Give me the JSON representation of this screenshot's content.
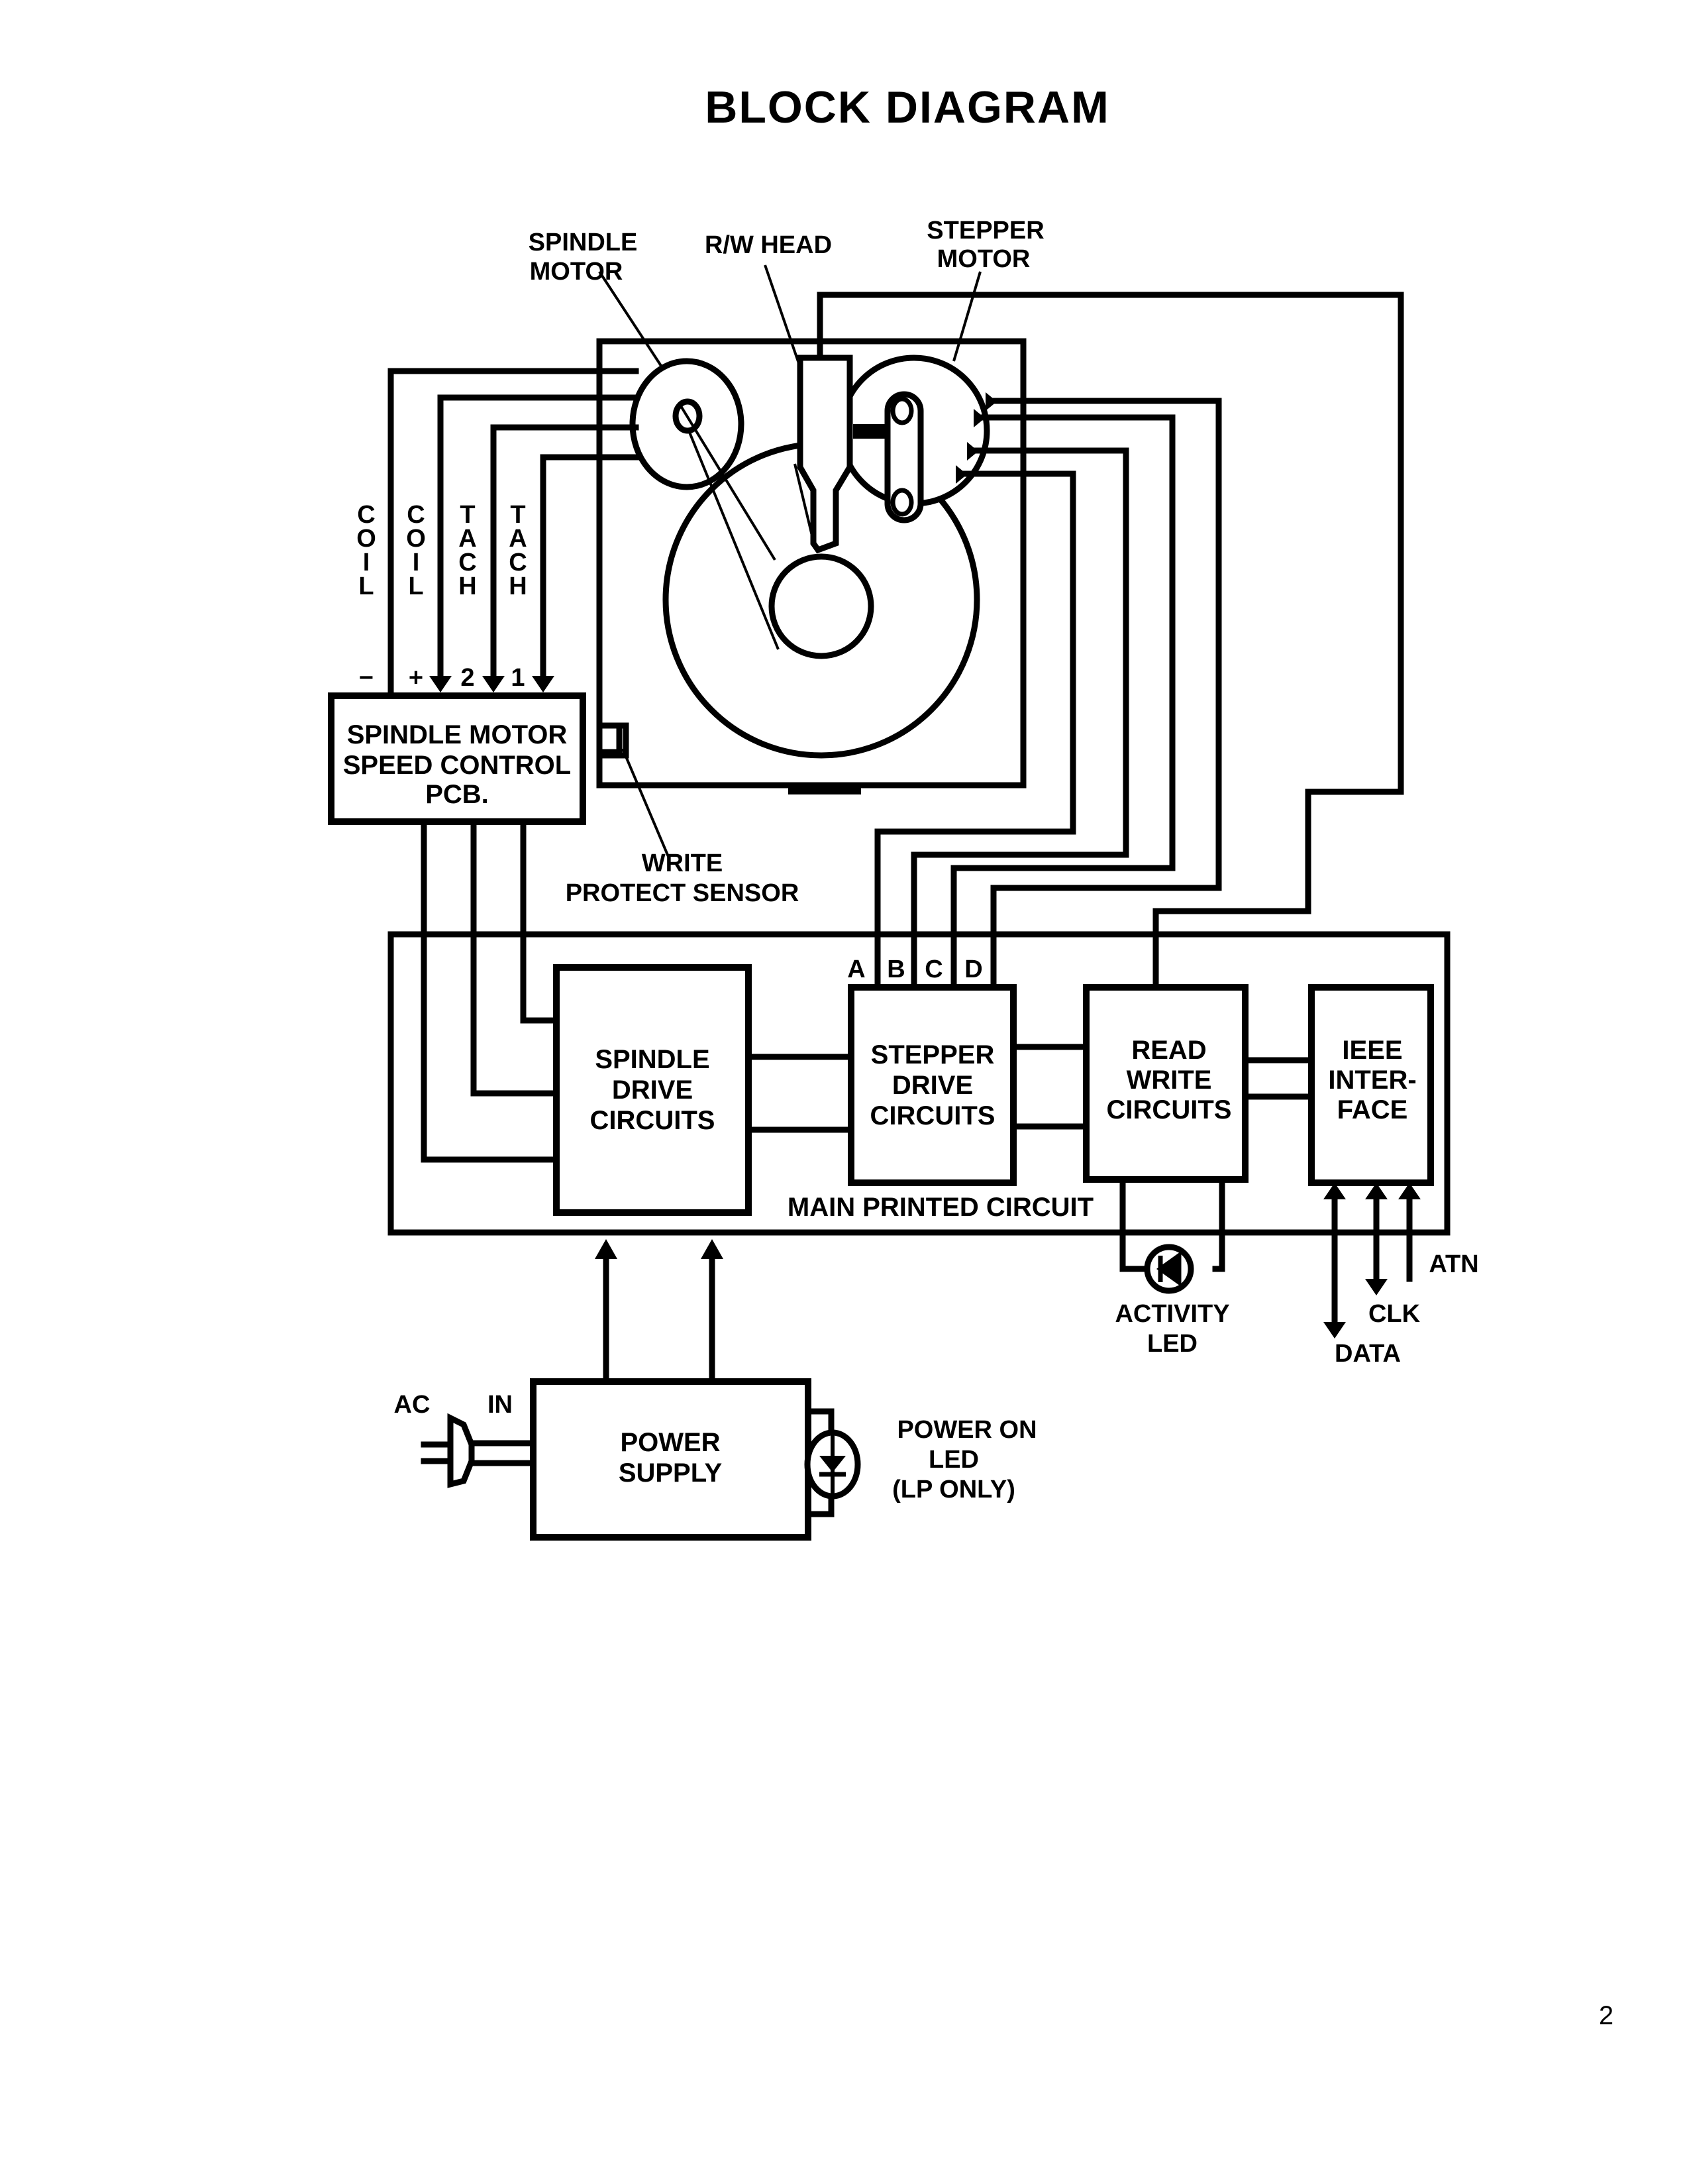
{
  "title": "BLOCK DIAGRAM",
  "page_number": "2",
  "drive_labels": {
    "spindle_motor": [
      "SPINDLE",
      "MOTOR"
    ],
    "rw_head": "R/W HEAD",
    "stepper_motor": [
      "STEPPER",
      "MOTOR"
    ],
    "write_protect_sensor": [
      "WRITE",
      "PROTECT SENSOR"
    ]
  },
  "spindle_wires": {
    "coil_minus": {
      "name": "COIL",
      "sign": "−"
    },
    "coil_plus": {
      "name": "COIL",
      "sign": "+"
    },
    "tach2": {
      "name": "TACH",
      "sign": "2"
    },
    "tach1": {
      "name": "TACH",
      "sign": "1"
    }
  },
  "blocks": {
    "speed_control": [
      "SPINDLE MOTOR",
      "SPEED CONTROL",
      "PCB."
    ],
    "spindle_drive": [
      "SPINDLE",
      "DRIVE",
      "CIRCUITS"
    ],
    "stepper_drive": [
      "STEPPER",
      "DRIVE",
      "CIRCUITS"
    ],
    "read_write": [
      "READ",
      "WRITE",
      "CIRCUITS"
    ],
    "ieee": [
      "IEEE",
      "INTER-",
      "FACE"
    ],
    "power_supply": [
      "POWER",
      "SUPPLY"
    ],
    "main_board": "MAIN PRINTED CIRCUIT"
  },
  "stepper_phases": [
    "A",
    "B",
    "C",
    "D"
  ],
  "bus_signals": {
    "atn": "ATN",
    "clk": "CLK",
    "data": "DATA"
  },
  "activity_led": [
    "ACTIVITY",
    "LED"
  ],
  "power_led": [
    "POWER ON",
    "LED",
    "(LP ONLY)"
  ],
  "ac_in": {
    "ac": "AC",
    "in": "IN"
  }
}
